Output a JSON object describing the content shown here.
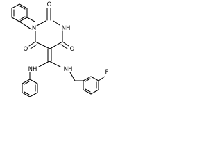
{
  "diagram": {
    "type": "chemical-structure",
    "atom_labels": {
      "o_top": "O",
      "o_left": "O",
      "o_right": "O",
      "n1": "N",
      "nh_ring": "NH",
      "nh_left": "NH",
      "nh_right": "NH",
      "f": "F"
    },
    "colors": {
      "ink": "#000000",
      "background": "#ffffff"
    }
  }
}
